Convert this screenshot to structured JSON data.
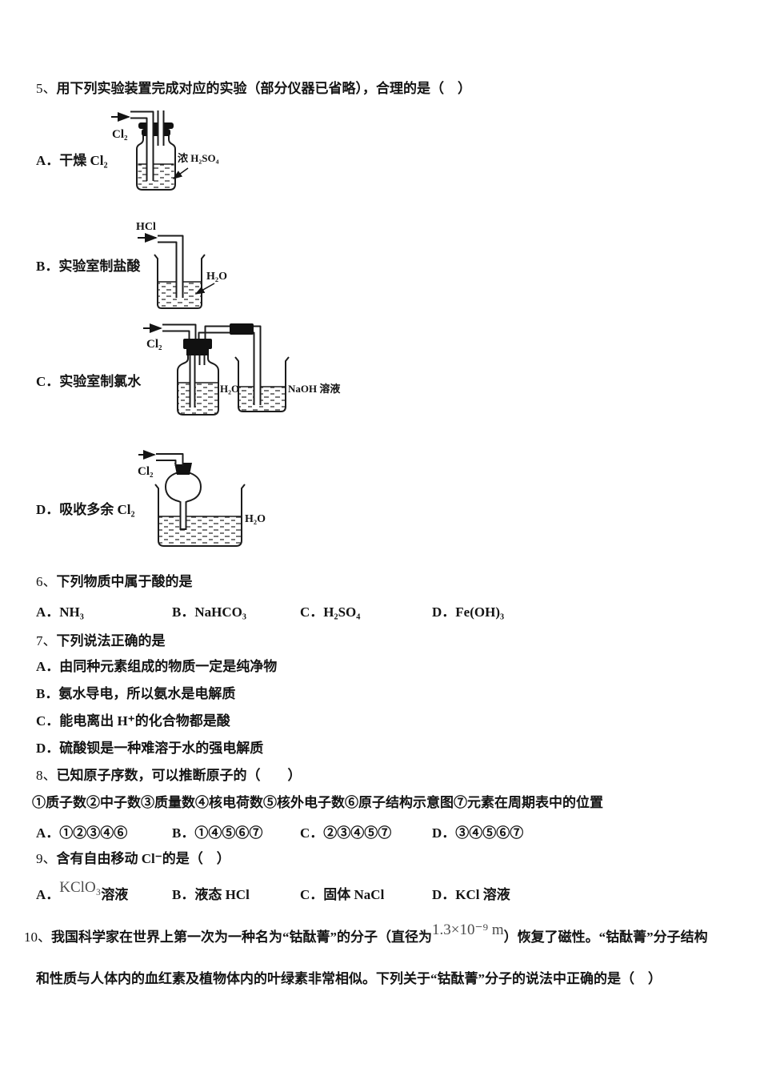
{
  "q5": {
    "number": "5、",
    "stem": "用下列实验装置完成对应的实验（部分仪器已省略），合理的是（　）",
    "options": {
      "a": "A．干燥 Cl₂",
      "b": "B．实验室制盐酸",
      "c": "C．实验室制氯水",
      "d": "D．吸收多余 Cl₂"
    },
    "diagram_a": {
      "gas_in": "Cl₂",
      "reagent": "浓 H₂SO₄"
    },
    "diagram_b": {
      "gas_in": "HCl",
      "reagent": "H₂O"
    },
    "diagram_c": {
      "gas_in": "Cl₂",
      "bottle_reagent": "H₂O",
      "beaker_reagent": "NaOH 溶液"
    },
    "diagram_d": {
      "gas_in": "Cl₂",
      "reagent": "H₂O"
    }
  },
  "q6": {
    "number": "6、",
    "stem": "下列物质中属于酸的是",
    "options": [
      "A．NH₃",
      "B．NaHCO₃",
      "C．H₂SO₄",
      "D．Fe(OH)₃"
    ]
  },
  "q7": {
    "number": "7、",
    "stem": "下列说法正确的是",
    "options": [
      "A．由同种元素组成的物质一定是纯净物",
      "B．氨水导电，所以氨水是电解质",
      "C．能电离出 H⁺的化合物都是酸",
      "D．硫酸钡是一种难溶于水的强电解质"
    ]
  },
  "q8": {
    "number": "8、",
    "stem": "已知原子序数，可以推断原子的（　　）",
    "items_line": "①质子数②中子数③质量数④核电荷数⑤核外电子数⑥原子结构示意图⑦元素在周期表中的位置",
    "options": [
      "A．①②③④⑥",
      "B．①④⑤⑥⑦",
      "C．②③④⑤⑦",
      "D．③④⑤⑥⑦"
    ]
  },
  "q9": {
    "number": "9、",
    "stem": "含有自由移动 Cl⁻的是（　）",
    "option_a_prefix": "A．",
    "option_a_formula": "KClO₃",
    "option_a_suffix": "溶液",
    "options_rest": [
      "B．液态 HCl",
      "C．固体 NaCl",
      "D．KCl 溶液"
    ]
  },
  "q10": {
    "number": "10、",
    "line1_before": "我国科学家在世界上第一次为一种名为“钴酞菁”的分子（直径为",
    "line1_formula": "1.3×10⁻⁹ m",
    "line1_after": "）恢复了磁性。“钴酞菁”分子结构",
    "line2": "和性质与人体内的血红素及植物体内的叶绿素非常相似。下列关于“钴酞菁”分子的说法中正确的是（　）"
  }
}
